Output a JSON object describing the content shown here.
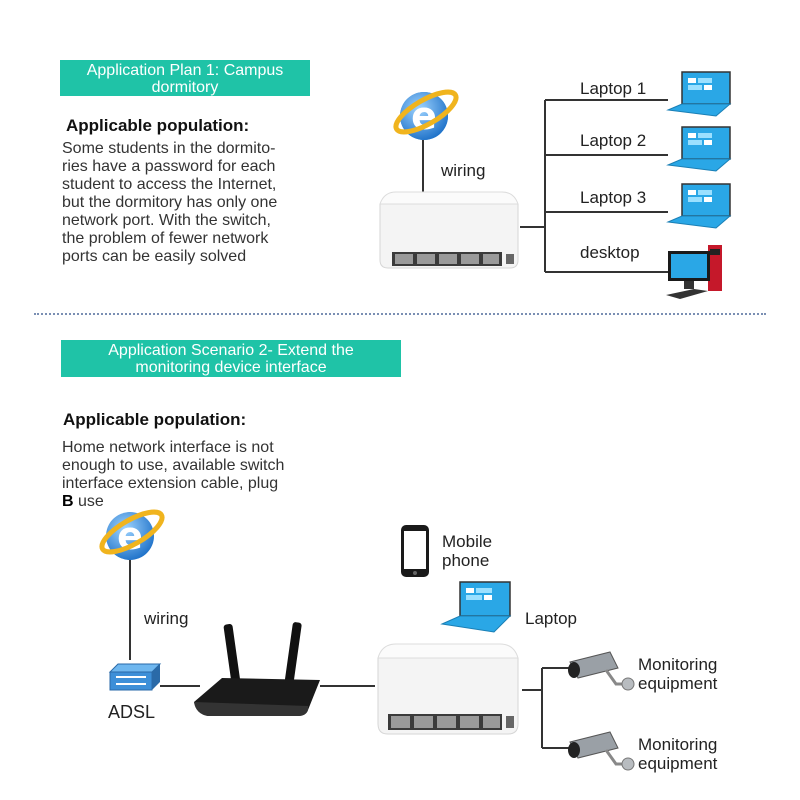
{
  "plan1": {
    "banner": [
      "Application Plan 1: Campus",
      "dormitory"
    ],
    "heading": "Applicable population:",
    "text": [
      "Some students in the dormito-",
      "ries have a password for each",
      "student to access the Internet,",
      "but the dormitory has only one",
      "network port. With the switch,",
      "the problem of fewer network",
      "ports can be easily solved"
    ],
    "wiring": "wiring",
    "devices": [
      "Laptop 1",
      "Laptop 2",
      "Laptop 3",
      "desktop"
    ]
  },
  "plan2": {
    "banner": [
      "Application Scenario 2- Extend the",
      "monitoring device interface"
    ],
    "heading": "Applicable population:",
    "text": [
      "Home network interface is not",
      "enough to use, available switch",
      "interface extension cable, plug"
    ],
    "text_b": "B",
    "text_use": " use",
    "wiring": "wiring",
    "adsl": "ADSL",
    "mobile": [
      "Mobile",
      "phone"
    ],
    "laptop": "Laptop",
    "monitor1": [
      "Monitoring",
      "equipment"
    ],
    "monitor2": [
      "Monitoring",
      "equipment"
    ]
  },
  "colors": {
    "banner": "#1fc3a7",
    "ie_blue": "#2f8fe0",
    "ie_ring": "#f0b41e",
    "screen": "#2aa7e6"
  }
}
